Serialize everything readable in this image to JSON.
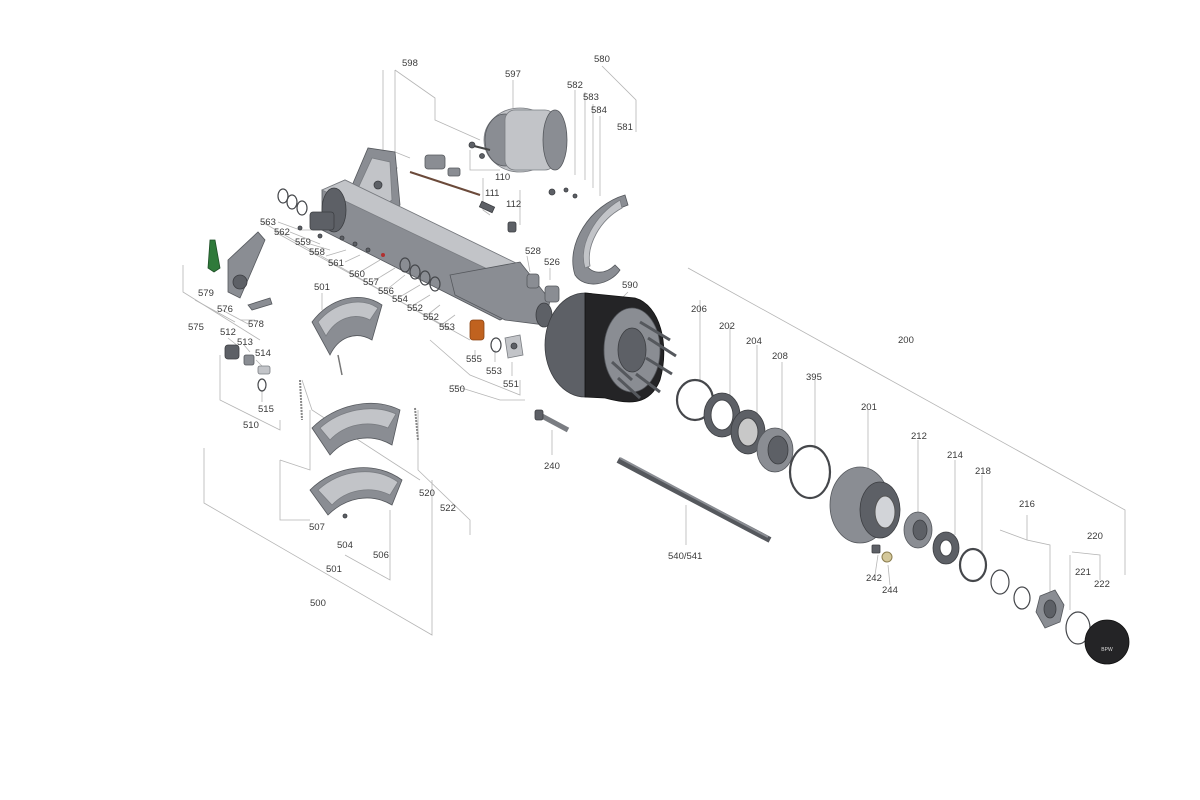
{
  "diagram": {
    "labels": {
      "l598": "598",
      "l597": "597",
      "l580": "580",
      "l582": "582",
      "l583": "583",
      "l584": "584",
      "l581": "581",
      "l110": "110",
      "l111": "111",
      "l112": "112",
      "l563": "563",
      "l562": "562",
      "l559": "559",
      "l558": "558",
      "l561": "561",
      "l560": "560",
      "l557": "557",
      "l556": "556",
      "l554": "554",
      "l552a": "552",
      "l552b": "552",
      "l553a": "553",
      "l528": "528",
      "l526": "526",
      "l590": "590",
      "l579": "579",
      "l576": "576",
      "l578": "578",
      "l575": "575",
      "l501a": "501",
      "l555": "555",
      "l553b": "553",
      "l551": "551",
      "l550": "550",
      "l512": "512",
      "l513": "513",
      "l514": "514",
      "l515": "515",
      "l510": "510",
      "l240": "240",
      "l206": "206",
      "l202": "202",
      "l204": "204",
      "l208": "208",
      "l395": "395",
      "l200": "200",
      "l201": "201",
      "l212": "212",
      "l214": "214",
      "l218": "218",
      "l216": "216",
      "l220": "220",
      "l221": "221",
      "l222": "222",
      "l242": "242",
      "l244": "244",
      "l520": "520",
      "l522": "522",
      "l507": "507",
      "l504": "504",
      "l506": "506",
      "l501b": "501",
      "l500": "500",
      "l540": "540/541"
    },
    "hubcap_text": "BPW"
  }
}
